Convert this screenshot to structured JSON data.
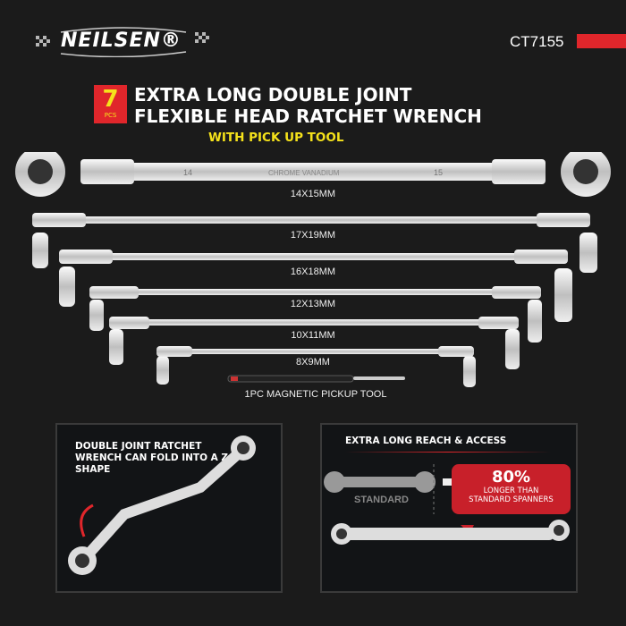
{
  "brand": {
    "logo": "NEILSEN®"
  },
  "product_code": "CT7155",
  "accent_color": "#e0262b",
  "highlight_color": "#f5e21b",
  "badge": {
    "count": "7",
    "unit": "PCS"
  },
  "title": {
    "line1": "EXTRA LONG DOUBLE JOINT",
    "line2": "FLEXIBLE HEAD RATCHET WRENCH",
    "subtitle": "WITH PICK UP TOOL"
  },
  "wrench_stamp": {
    "left": "14",
    "middle": "CHROME VANADIUM",
    "right": "15"
  },
  "items": [
    "14X15MM",
    "17X19MM",
    "16X18MM",
    "12X13MM",
    "10X11MM",
    "8X9MM",
    "1PC MAGNETIC PICKUP TOOL"
  ],
  "panel_left": {
    "text": "DOUBLE JOINT RATCHET WRENCH CAN FOLD INTO A Z SHAPE"
  },
  "panel_right": {
    "heading": "EXTRA LONG REACH & ACCESS",
    "standard_label": "STANDARD",
    "percent": "80%",
    "callout_line1": "LONGER THAN",
    "callout_line2": "STANDARD SPANNERS"
  }
}
